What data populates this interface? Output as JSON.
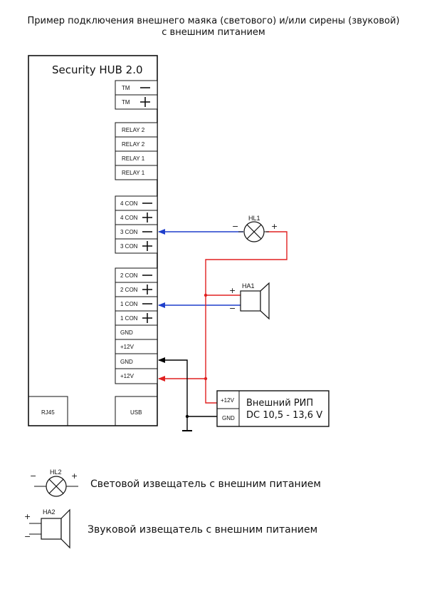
{
  "title_line1": "Пример подключения внешнего маяка (светового) и/или сирены (звуковой)",
  "title_line2": "с внешним питанием",
  "hub": {
    "name": "Security HUB 2.0",
    "terminals_tm": [
      "TM",
      "TM"
    ],
    "terminals_relay": [
      "RELAY 2",
      "RELAY 2",
      "RELAY 1",
      "RELAY 1"
    ],
    "terminals_con_a": [
      "4 CON",
      "4 CON",
      "3 CON",
      "3 CON"
    ],
    "terminals_con_b": [
      "2 CON",
      "2 CON",
      "1 CON",
      "1 CON"
    ],
    "terminals_power": [
      "GND",
      "+12V",
      "GND",
      "+12V"
    ],
    "port_rj45": "RJ45",
    "port_usb": "USB"
  },
  "hl1": {
    "label": "HL1",
    "minus": "−",
    "plus": "+"
  },
  "ha1": {
    "label": "HA1",
    "plus": "+",
    "minus": "−"
  },
  "rip": {
    "line1": "Внешний РИП",
    "line2": "DC 10,5 - 13,6 V",
    "term_plus": "+12V",
    "term_gnd": "GND"
  },
  "legend": {
    "hl2_label": "HL2",
    "hl2_minus": "−",
    "hl2_plus": "+",
    "hl2_text": "Световой извещатель с внешним питанием",
    "ha2_label": "HA2",
    "ha2_plus": "+",
    "ha2_minus": "−",
    "ha2_text": "Звуковой извещатель с внешним питанием"
  },
  "colors": {
    "blue_wire": "#1f3fcc",
    "red_wire": "#e02020",
    "black_wire": "#000000"
  }
}
